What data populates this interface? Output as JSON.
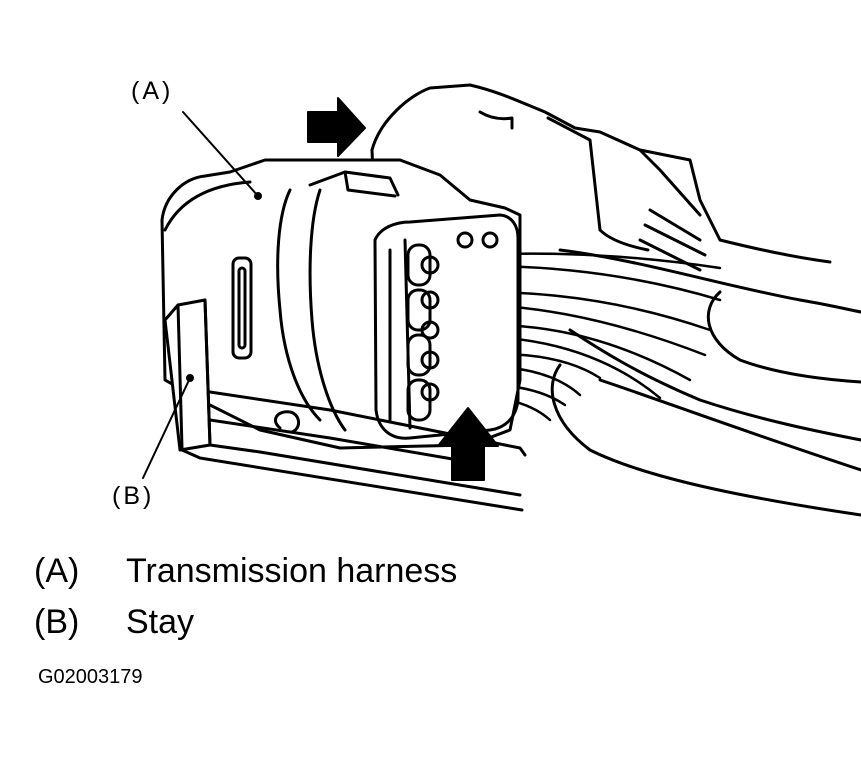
{
  "diagram": {
    "callouts": {
      "a": "(A)",
      "b": "(B)"
    },
    "legend": [
      {
        "key": "(A)",
        "label": "Transmission harness"
      },
      {
        "key": "(B)",
        "label": "Stay"
      }
    ],
    "figure_id": "G02003179"
  }
}
